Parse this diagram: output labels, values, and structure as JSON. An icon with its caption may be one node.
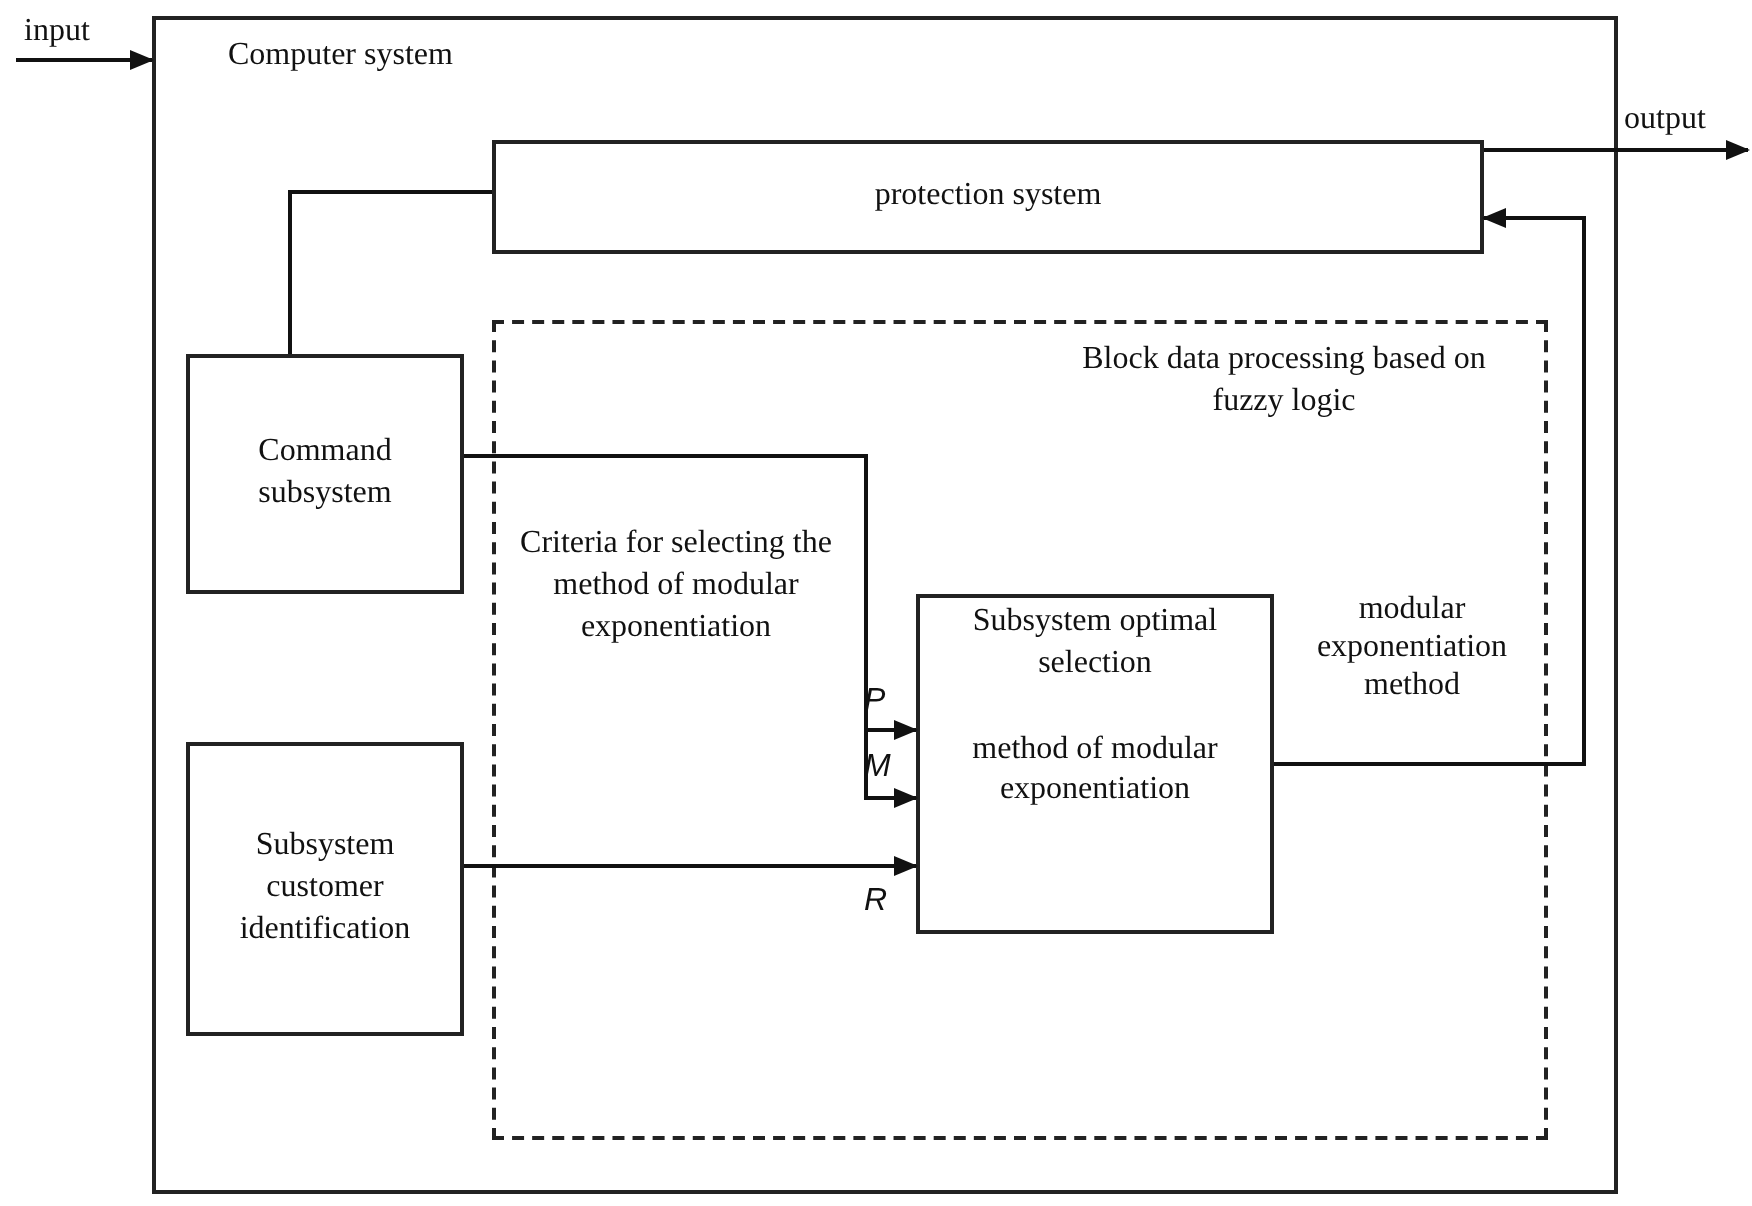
{
  "diagram": {
    "nodes": [
      {
        "text": [
          "Computer system"
        ]
      },
      {
        "text": [
          "protection system"
        ],
        "in": 0
      },
      {
        "text": [
          "Block data processing based on fuzzy logic"
        ],
        "in": 0
      },
      {
        "text": [
          "Command subsystem"
        ],
        "in": 0
      },
      {
        "text": [
          "Subsystem customer identification"
        ],
        "in": 0
      },
      {
        "text": [
          "Subsystem optimal selection",
          "method of modular exponentiation"
        ],
        "in": 2
      }
    ],
    "edges": [
      {
        "from": null,
        "to": 0,
        "arrow": "to",
        "label": "input"
      },
      {
        "from": 1,
        "to": null,
        "arrow": "to",
        "label": "output"
      },
      {
        "from": 3,
        "to": 1,
        "arrow": "none"
      },
      {
        "from": 3,
        "to": 5,
        "arrow": "to",
        "label": "P"
      },
      {
        "from": 3,
        "to": 5,
        "arrow": "to",
        "label": "M"
      },
      {
        "from": 4,
        "to": 5,
        "arrow": "to",
        "label": "R"
      },
      {
        "from": 5,
        "to": 1,
        "arrow": "to",
        "label": "modular exponentiation method"
      }
    ],
    "labels": [
      "Criteria for selecting the method of modular exponentiation"
    ]
  }
}
